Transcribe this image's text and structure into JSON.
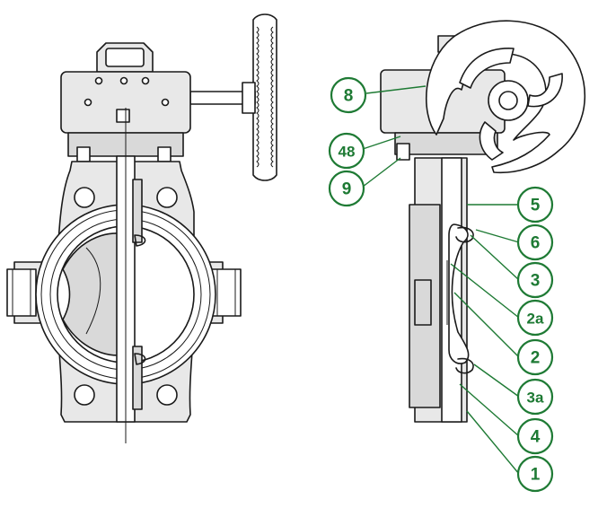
{
  "callouts": [
    {
      "id": "c8",
      "label": "8"
    },
    {
      "id": "c48",
      "label": "48"
    },
    {
      "id": "c9",
      "label": "9"
    },
    {
      "id": "c5",
      "label": "5"
    },
    {
      "id": "c6",
      "label": "6"
    },
    {
      "id": "c3",
      "label": "3"
    },
    {
      "id": "c2a",
      "label": "2a"
    },
    {
      "id": "c2",
      "label": "2"
    },
    {
      "id": "c3a",
      "label": "3a"
    },
    {
      "id": "c4",
      "label": "4"
    },
    {
      "id": "c1",
      "label": "1"
    }
  ],
  "colors": {
    "callout": "#1e7a34",
    "line": "#1a1a1a",
    "fill": "#e8e8e8"
  }
}
